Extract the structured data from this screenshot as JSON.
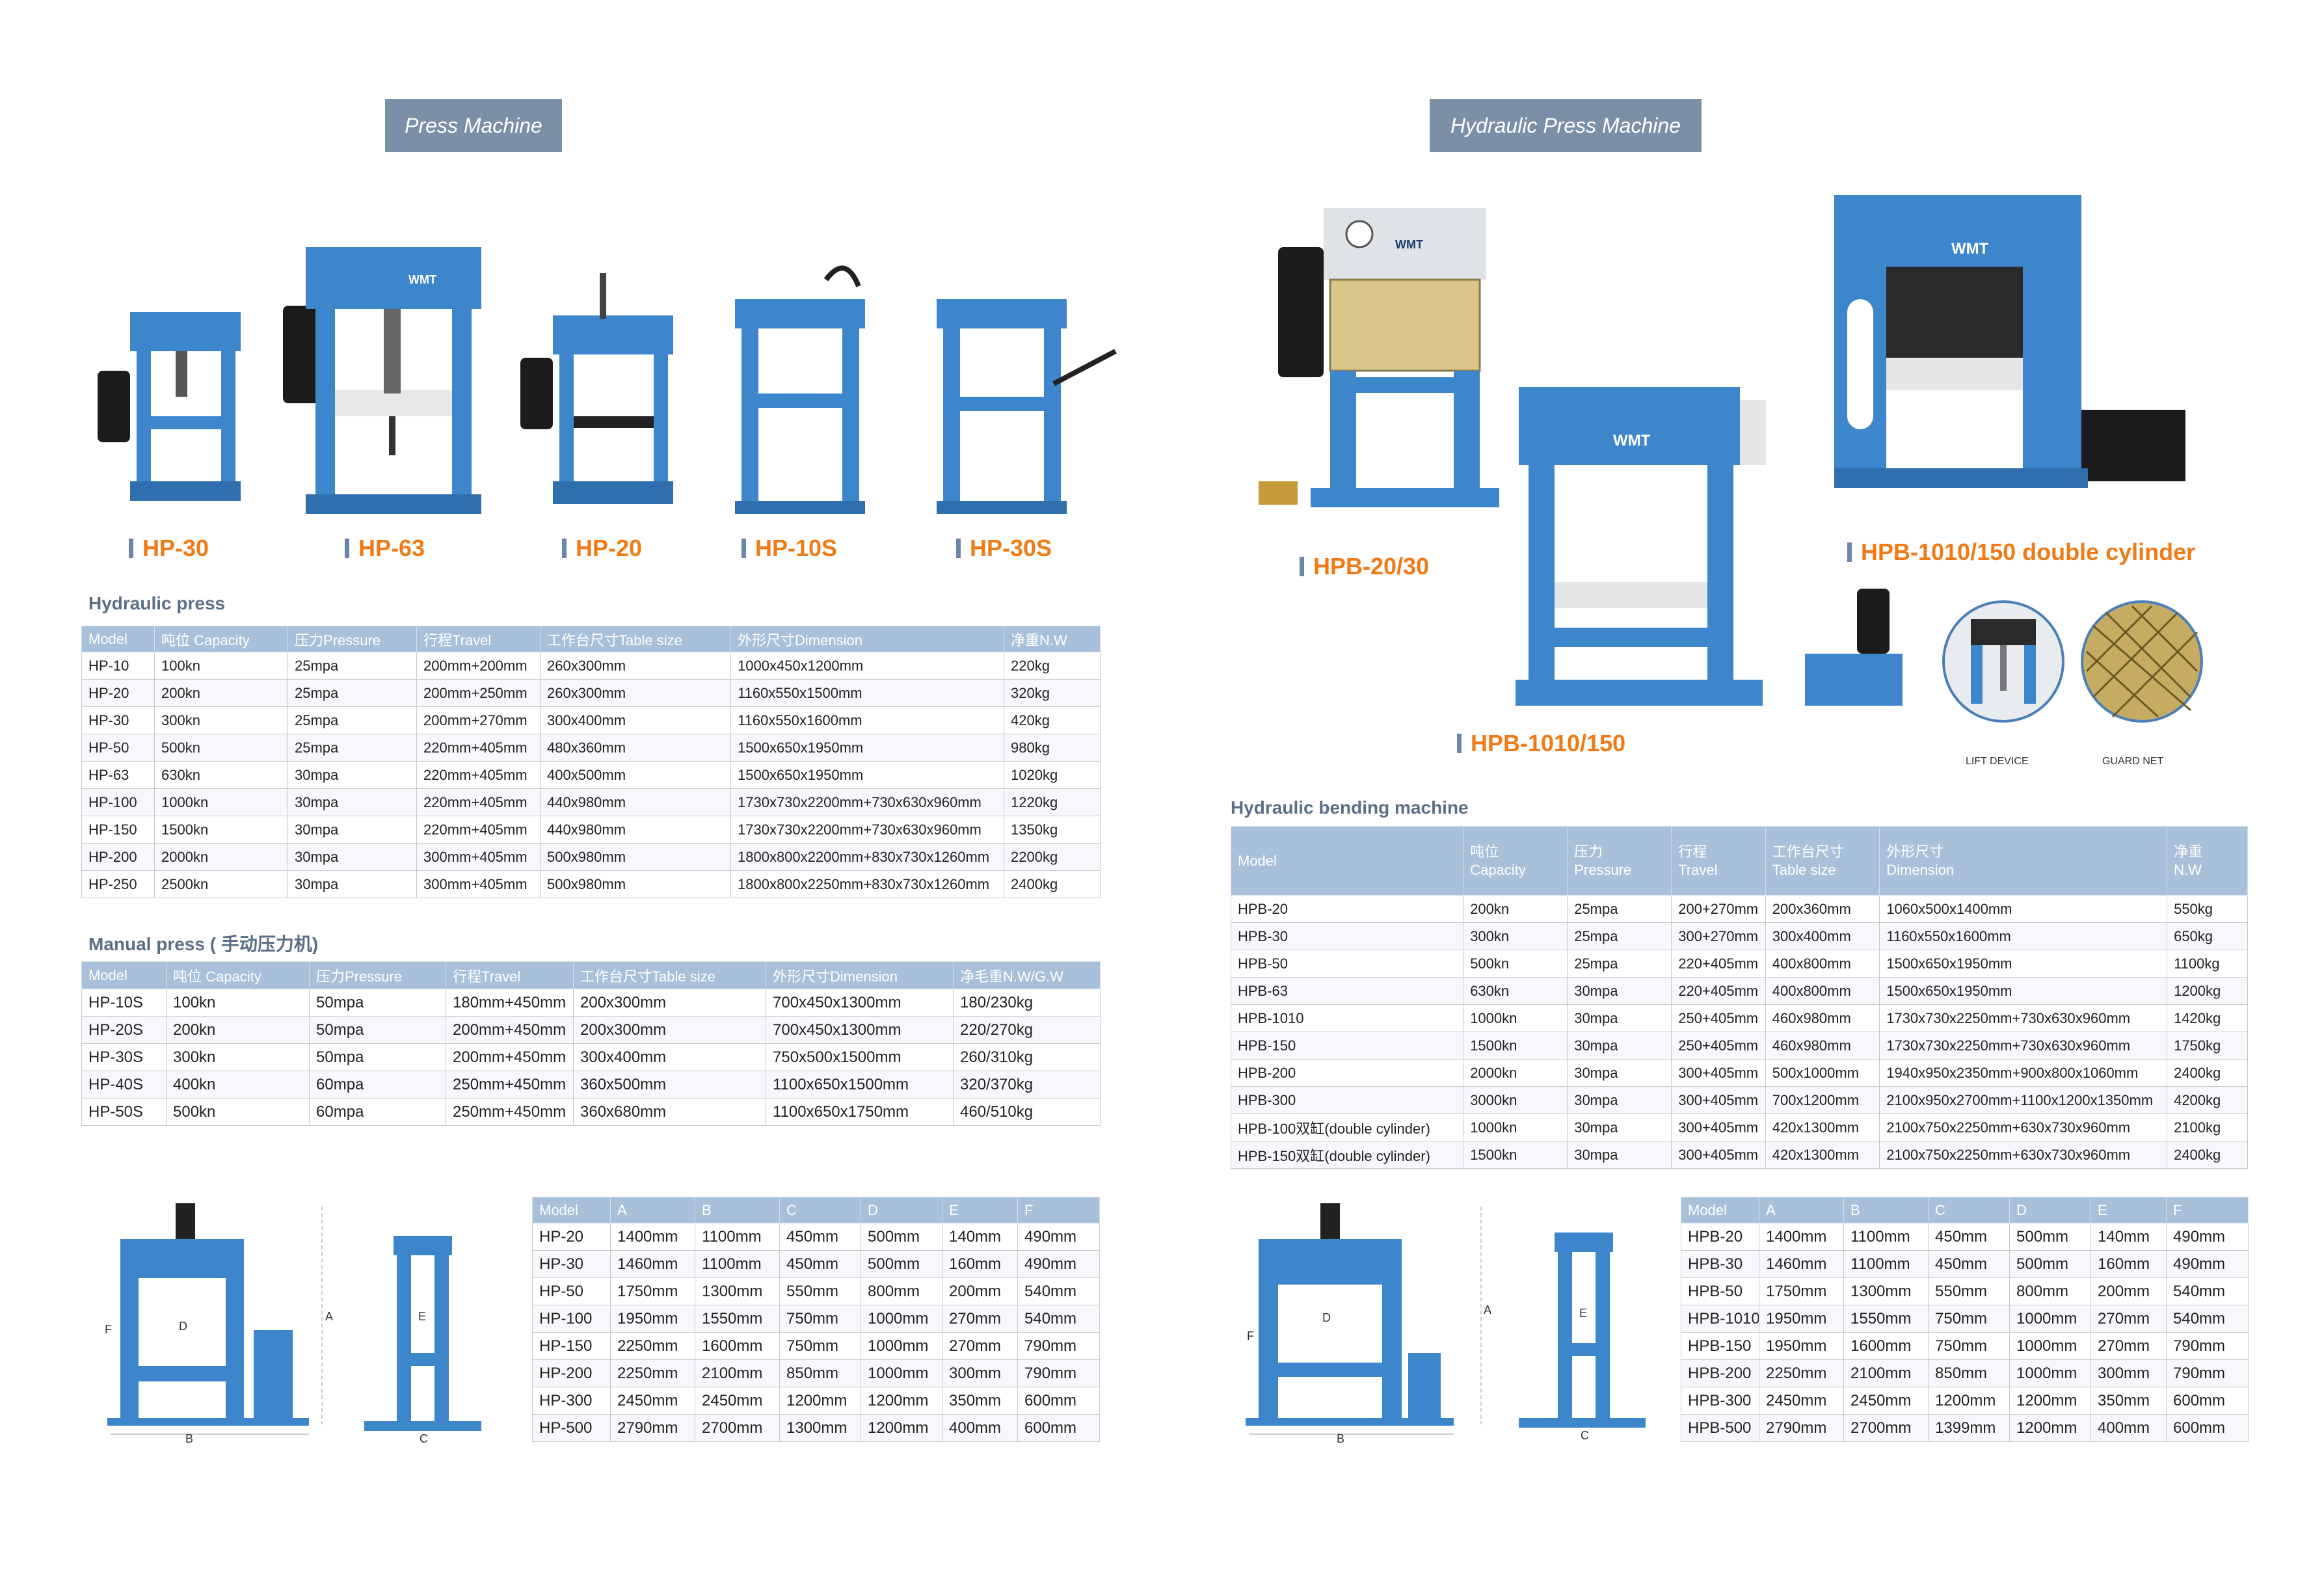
{
  "left": {
    "tag": "Press Machine",
    "models": [
      "HP-30",
      "HP-63",
      "HP-20",
      "HP-10S",
      "HP-30S"
    ],
    "hydraulic_press": {
      "title": "Hydraulic press",
      "headers": [
        "Model",
        "吨位 Capacity",
        "压力Pressure",
        "行程Travel",
        "工作台尺寸Table size",
        "外形尺寸Dimension",
        "净重N.W"
      ],
      "rows": [
        [
          "HP-10",
          "100kn",
          "25mpa",
          "200mm+200mm",
          "260x300mm",
          "1000x450x1200mm",
          "220kg"
        ],
        [
          "HP-20",
          "200kn",
          "25mpa",
          "200mm+250mm",
          "260x300mm",
          "1160x550x1500mm",
          "320kg"
        ],
        [
          "HP-30",
          "300kn",
          "25mpa",
          "200mm+270mm",
          "300x400mm",
          "1160x550x1600mm",
          "420kg"
        ],
        [
          "HP-50",
          "500kn",
          "25mpa",
          "220mm+405mm",
          "480x360mm",
          "1500x650x1950mm",
          "980kg"
        ],
        [
          "HP-63",
          "630kn",
          "30mpa",
          "220mm+405mm",
          "400x500mm",
          "1500x650x1950mm",
          "1020kg"
        ],
        [
          "HP-100",
          "1000kn",
          "30mpa",
          "220mm+405mm",
          "440x980mm",
          "1730x730x2200mm+730x630x960mm",
          "1220kg"
        ],
        [
          "HP-150",
          "1500kn",
          "30mpa",
          "220mm+405mm",
          "440x980mm",
          "1730x730x2200mm+730x630x960mm",
          "1350kg"
        ],
        [
          "HP-200",
          "2000kn",
          "30mpa",
          "300mm+405mm",
          "500x980mm",
          "1800x800x2200mm+830x730x1260mm",
          "2200kg"
        ],
        [
          "HP-250",
          "2500kn",
          "30mpa",
          "300mm+405mm",
          "500x980mm",
          "1800x800x2250mm+830x730x1260mm",
          "2400kg"
        ]
      ]
    },
    "manual_press": {
      "title": "Manual press ( 手动压力机)",
      "headers": [
        "Model",
        "吨位 Capacity",
        "压力Pressure",
        "行程Travel",
        "工作台尺寸Table size",
        "外形尺寸Dimension",
        "净毛重N.W/G.W"
      ],
      "rows": [
        [
          "HP-10S",
          "100kn",
          "50mpa",
          "180mm+450mm",
          "200x300mm",
          "700x450x1300mm",
          "180/230kg"
        ],
        [
          "HP-20S",
          "200kn",
          "50mpa",
          "200mm+450mm",
          "200x300mm",
          "700x450x1300mm",
          "220/270kg"
        ],
        [
          "HP-30S",
          "300kn",
          "50mpa",
          "200mm+450mm",
          "300x400mm",
          "750x500x1500mm",
          "260/310kg"
        ],
        [
          "HP-40S",
          "400kn",
          "60mpa",
          "250mm+450mm",
          "360x500mm",
          "1100x650x1500mm",
          "320/370kg"
        ],
        [
          "HP-50S",
          "500kn",
          "60mpa",
          "250mm+450mm",
          "360x680mm",
          "1100x650x1750mm",
          "460/510kg"
        ]
      ]
    },
    "dims": {
      "headers": [
        "Model",
        "A",
        "B",
        "C",
        "D",
        "E",
        "F"
      ],
      "rows": [
        [
          "HP-20",
          "1400mm",
          "1100mm",
          "450mm",
          "500mm",
          "140mm",
          "490mm"
        ],
        [
          "HP-30",
          "1460mm",
          "1100mm",
          "450mm",
          "500mm",
          "160mm",
          "490mm"
        ],
        [
          "HP-50",
          "1750mm",
          "1300mm",
          "550mm",
          "800mm",
          "200mm",
          "540mm"
        ],
        [
          "HP-100",
          "1950mm",
          "1550mm",
          "750mm",
          "1000mm",
          "270mm",
          "540mm"
        ],
        [
          "HP-150",
          "2250mm",
          "1600mm",
          "750mm",
          "1000mm",
          "270mm",
          "790mm"
        ],
        [
          "HP-200",
          "2250mm",
          "2100mm",
          "850mm",
          "1000mm",
          "300mm",
          "790mm"
        ],
        [
          "HP-300",
          "2450mm",
          "2450mm",
          "1200mm",
          "1200mm",
          "350mm",
          "600mm"
        ],
        [
          "HP-500",
          "2790mm",
          "2700mm",
          "1300mm",
          "1200mm",
          "400mm",
          "600mm"
        ]
      ]
    }
  },
  "right": {
    "tag": "Hydraulic Press Machine",
    "models": [
      "HPB-20/30",
      "HPB-1010/150",
      "HPB-1010/150 double cylinder"
    ],
    "captions": [
      "LIFT DEVICE",
      "GUARD NET"
    ],
    "logo_text": "WMT",
    "bending": {
      "title": "Hydraulic bending machine",
      "headers": [
        [
          "Model",
          ""
        ],
        [
          "吨位",
          "Capacity"
        ],
        [
          "压力",
          "Pressure"
        ],
        [
          "行程",
          "Travel"
        ],
        [
          "工作台尺寸",
          "Table size"
        ],
        [
          "外形尺寸",
          "Dimension"
        ],
        [
          "净重",
          "N.W"
        ]
      ],
      "rows": [
        [
          "HPB-20",
          "200kn",
          "25mpa",
          "200+270mm",
          "200x360mm",
          "1060x500x1400mm",
          "550kg"
        ],
        [
          "HPB-30",
          "300kn",
          "25mpa",
          "300+270mm",
          "300x400mm",
          "1160x550x1600mm",
          "650kg"
        ],
        [
          "HPB-50",
          "500kn",
          "25mpa",
          "220+405mm",
          "400x800mm",
          "1500x650x1950mm",
          "1100kg"
        ],
        [
          "HPB-63",
          "630kn",
          "30mpa",
          "220+405mm",
          "400x800mm",
          "1500x650x1950mm",
          "1200kg"
        ],
        [
          "HPB-1010",
          "1000kn",
          "30mpa",
          "250+405mm",
          "460x980mm",
          "1730x730x2250mm+730x630x960mm",
          "1420kg"
        ],
        [
          "HPB-150",
          "1500kn",
          "30mpa",
          "250+405mm",
          "460x980mm",
          "1730x730x2250mm+730x630x960mm",
          "1750kg"
        ],
        [
          "HPB-200",
          "2000kn",
          "30mpa",
          "300+405mm",
          "500x1000mm",
          "1940x950x2350mm+900x800x1060mm",
          "2400kg"
        ],
        [
          "HPB-300",
          "3000kn",
          "30mpa",
          "300+405mm",
          "700x1200mm",
          "2100x950x2700mm+1100x1200x1350mm",
          "4200kg"
        ],
        [
          "HPB-100双缸(double cylinder)",
          "1000kn",
          "30mpa",
          "300+405mm",
          "420x1300mm",
          "2100x750x2250mm+630x730x960mm",
          "2100kg"
        ],
        [
          "HPB-150双缸(double cylinder)",
          "1500kn",
          "30mpa",
          "300+405mm",
          "420x1300mm",
          "2100x750x2250mm+630x730x960mm",
          "2400kg"
        ]
      ]
    },
    "dims": {
      "headers": [
        "Model",
        "A",
        "B",
        "C",
        "D",
        "E",
        "F"
      ],
      "rows": [
        [
          "HPB-20",
          "1400mm",
          "1100mm",
          "450mm",
          "500mm",
          "140mm",
          "490mm"
        ],
        [
          "HPB-30",
          "1460mm",
          "1100mm",
          "450mm",
          "500mm",
          "160mm",
          "490mm"
        ],
        [
          "HPB-50",
          "1750mm",
          "1300mm",
          "550mm",
          "800mm",
          "200mm",
          "540mm"
        ],
        [
          "HPB-1010",
          "1950mm",
          "1550mm",
          "750mm",
          "1000mm",
          "270mm",
          "540mm"
        ],
        [
          "HPB-150",
          "1950mm",
          "1600mm",
          "750mm",
          "1000mm",
          "270mm",
          "790mm"
        ],
        [
          "HPB-200",
          "2250mm",
          "2100mm",
          "850mm",
          "1000mm",
          "300mm",
          "790mm"
        ],
        [
          "HPB-300",
          "2450mm",
          "2450mm",
          "1200mm",
          "1200mm",
          "350mm",
          "600mm"
        ],
        [
          "HPB-500",
          "2790mm",
          "2700mm",
          "1399mm",
          "1200mm",
          "400mm",
          "600mm"
        ]
      ]
    }
  },
  "diagram_letters": [
    "A",
    "B",
    "C",
    "D",
    "E",
    "F"
  ],
  "colors": {
    "machine_blue": "#3d86cc",
    "label_orange": "#f07b16",
    "header_blue": "#a9c0da",
    "tag_gray": "#7b8fa6"
  }
}
